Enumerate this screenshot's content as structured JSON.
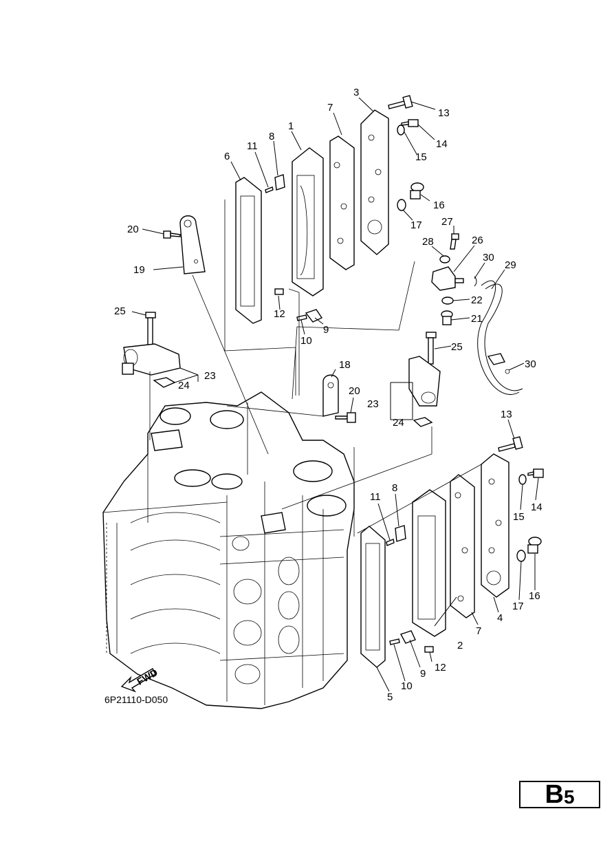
{
  "diagram": {
    "code": "6P21110-D050",
    "fwd_label": "FWD",
    "callouts": [
      {
        "id": "c1",
        "text": "1"
      },
      {
        "id": "c2",
        "text": "2"
      },
      {
        "id": "c3",
        "text": "3"
      },
      {
        "id": "c4",
        "text": "4"
      },
      {
        "id": "c5",
        "text": "5"
      },
      {
        "id": "c6",
        "text": "6"
      },
      {
        "id": "c7a",
        "text": "7"
      },
      {
        "id": "c7b",
        "text": "7"
      },
      {
        "id": "c8a",
        "text": "8"
      },
      {
        "id": "c8b",
        "text": "8"
      },
      {
        "id": "c9a",
        "text": "9"
      },
      {
        "id": "c9b",
        "text": "9"
      },
      {
        "id": "c10a",
        "text": "10"
      },
      {
        "id": "c10b",
        "text": "10"
      },
      {
        "id": "c11a",
        "text": "11"
      },
      {
        "id": "c11b",
        "text": "11"
      },
      {
        "id": "c12a",
        "text": "12"
      },
      {
        "id": "c12b",
        "text": "12"
      },
      {
        "id": "c13a",
        "text": "13"
      },
      {
        "id": "c13b",
        "text": "13"
      },
      {
        "id": "c14a",
        "text": "14"
      },
      {
        "id": "c14b",
        "text": "14"
      },
      {
        "id": "c15a",
        "text": "15"
      },
      {
        "id": "c15b",
        "text": "15"
      },
      {
        "id": "c16a",
        "text": "16"
      },
      {
        "id": "c16b",
        "text": "16"
      },
      {
        "id": "c17a",
        "text": "17"
      },
      {
        "id": "c17b",
        "text": "17"
      },
      {
        "id": "c18",
        "text": "18"
      },
      {
        "id": "c19",
        "text": "19"
      },
      {
        "id": "c20a",
        "text": "20"
      },
      {
        "id": "c20b",
        "text": "20"
      },
      {
        "id": "c21",
        "text": "21"
      },
      {
        "id": "c22",
        "text": "22"
      },
      {
        "id": "c23a",
        "text": "23"
      },
      {
        "id": "c23b",
        "text": "23"
      },
      {
        "id": "c24a",
        "text": "24"
      },
      {
        "id": "c24b",
        "text": "24"
      },
      {
        "id": "c25a",
        "text": "25"
      },
      {
        "id": "c25b",
        "text": "25"
      },
      {
        "id": "c26",
        "text": "26"
      },
      {
        "id": "c27",
        "text": "27"
      },
      {
        "id": "c28",
        "text": "28"
      },
      {
        "id": "c29",
        "text": "29"
      },
      {
        "id": "c30a",
        "text": "30"
      },
      {
        "id": "c30b",
        "text": "30"
      }
    ]
  },
  "page_badge": {
    "letter": "B",
    "number": "5"
  }
}
